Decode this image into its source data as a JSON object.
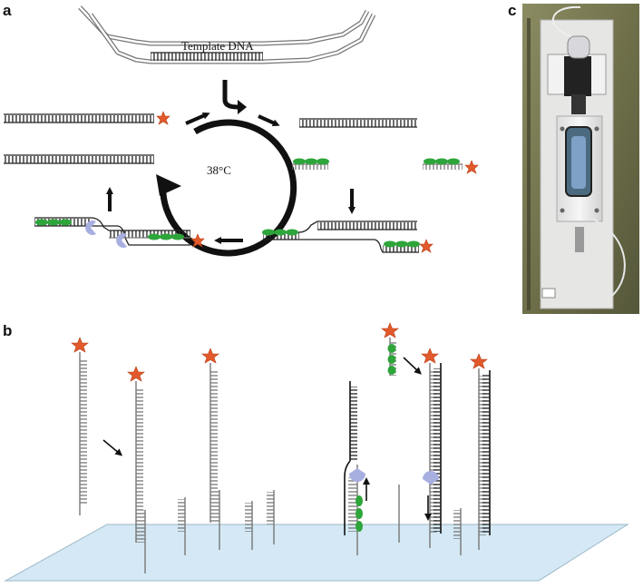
{
  "panels": {
    "a": {
      "label": "a",
      "template_label": "Template DNA",
      "temperature_label": "38°C"
    },
    "b": {
      "label": "b"
    },
    "c": {
      "label": "c"
    }
  },
  "colors": {
    "background": "#ffffff",
    "dna_strand": "#111111",
    "oligo_gray": "#808080",
    "template_outline": "#777777",
    "fluorophore": "#e25a2b",
    "ssb_protein": "#2ea53a",
    "polymerase": "#a7aee0",
    "surface": "#d4e9f5"
  },
  "icons": [
    "fluorophore-star-icon",
    "polymerase-icon",
    "ssb-protein-icon",
    "arrow-icon"
  ]
}
